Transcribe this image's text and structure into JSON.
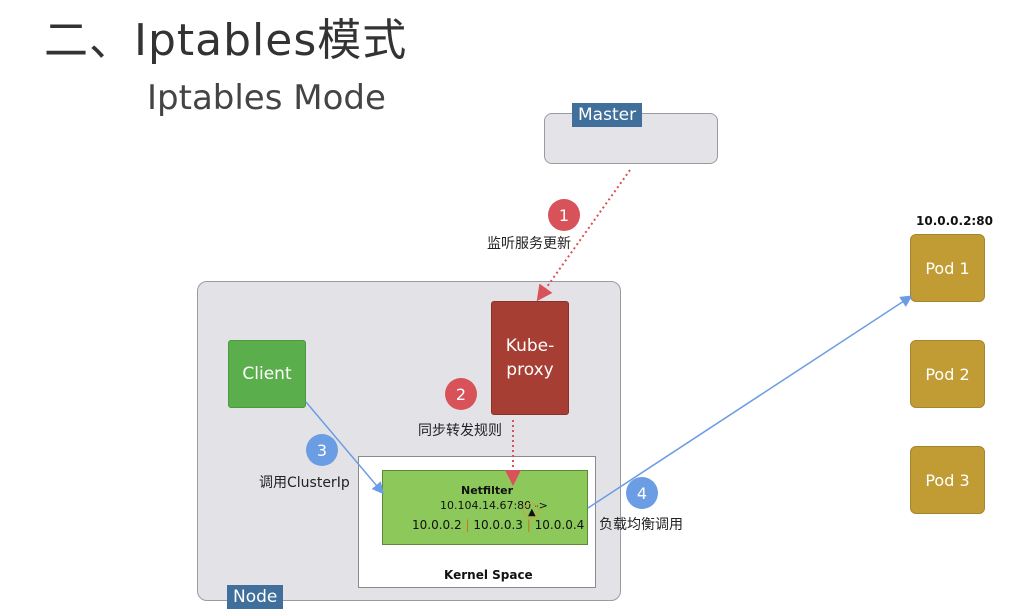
{
  "title": "二、Iptables模式",
  "subtitle": "Iptables Mode",
  "master": {
    "label": "Master"
  },
  "node": {
    "label": "Node"
  },
  "client": {
    "label": "Client"
  },
  "kube_proxy": {
    "line1": "Kube-",
    "line2": "proxy"
  },
  "kernel_space": {
    "label": "Kernel Space"
  },
  "netfilter": {
    "title": "Netfilter",
    "vip": "10.104.14.67:80 ->",
    "ip1": "10.0.0.2",
    "ip2": "10.0.0.3",
    "ip3": "10.0.0.4",
    "separator": "|"
  },
  "pods": [
    {
      "label": "Pod 1"
    },
    {
      "label": "Pod 2"
    },
    {
      "label": "Pod 3"
    }
  ],
  "pod1_address": "10.0.0.2:80",
  "steps": [
    {
      "number": "1",
      "text": "监听服务更新",
      "color": "#d8525a"
    },
    {
      "number": "2",
      "text": "同步转发规则",
      "color": "#d8525a"
    },
    {
      "number": "3",
      "text": "调用ClusterIp",
      "color": "#6a9de4"
    },
    {
      "number": "4",
      "text": "负载均衡调用",
      "color": "#6a9de4"
    }
  ],
  "colors": {
    "master_tag": "#3f6f9a",
    "client": "#5aae4c",
    "kube_proxy": "#a63e33",
    "netfilter": "#8cc85a",
    "pod": "#c19c35",
    "red_arrow": "#d8525a",
    "blue_arrow": "#6a9de4"
  }
}
